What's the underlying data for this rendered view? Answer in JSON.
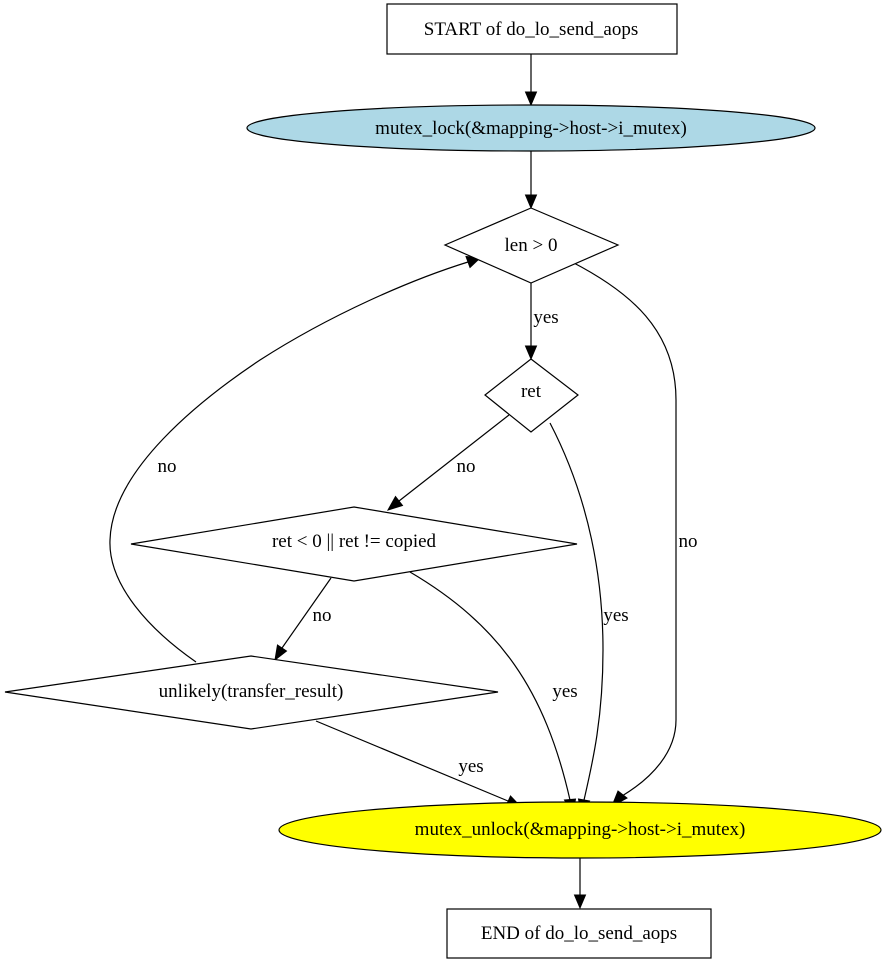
{
  "diagram": {
    "nodes": {
      "start": {
        "label": "START of do_lo_send_aops",
        "shape": "box",
        "fill": "#ffffff"
      },
      "lock": {
        "label": "mutex_lock(&mapping->host->i_mutex)",
        "shape": "ellipse",
        "fill": "#add8e6"
      },
      "len_check": {
        "label": "len > 0",
        "shape": "diamond",
        "fill": "#ffffff"
      },
      "ret_check": {
        "label": "ret",
        "shape": "diamond",
        "fill": "#ffffff"
      },
      "copied_check": {
        "label": "ret < 0 || ret != copied",
        "shape": "diamond",
        "fill": "#ffffff"
      },
      "transfer_check": {
        "label": "unlikely(transfer_result)",
        "shape": "diamond",
        "fill": "#ffffff"
      },
      "unlock": {
        "label": "mutex_unlock(&mapping->host->i_mutex)",
        "shape": "ellipse",
        "fill": "#ffff00"
      },
      "end": {
        "label": "END of do_lo_send_aops",
        "shape": "box",
        "fill": "#ffffff"
      }
    },
    "edges": {
      "start_to_lock": {
        "from": "start",
        "to": "lock",
        "label": ""
      },
      "lock_to_len": {
        "from": "lock",
        "to": "len_check",
        "label": ""
      },
      "len_to_ret": {
        "from": "len_check",
        "to": "ret_check",
        "label": "yes"
      },
      "len_to_unlock": {
        "from": "len_check",
        "to": "unlock",
        "label": "no"
      },
      "ret_to_copied": {
        "from": "ret_check",
        "to": "copied_check",
        "label": "no"
      },
      "ret_to_unlock": {
        "from": "ret_check",
        "to": "unlock",
        "label": "yes"
      },
      "copied_to_transfer": {
        "from": "copied_check",
        "to": "transfer_check",
        "label": "no"
      },
      "copied_to_unlock": {
        "from": "copied_check",
        "to": "unlock",
        "label": "yes"
      },
      "transfer_to_len": {
        "from": "transfer_check",
        "to": "len_check",
        "label": "no"
      },
      "transfer_to_unlock": {
        "from": "transfer_check",
        "to": "unlock",
        "label": "yes"
      },
      "unlock_to_end": {
        "from": "unlock",
        "to": "end",
        "label": ""
      }
    }
  }
}
